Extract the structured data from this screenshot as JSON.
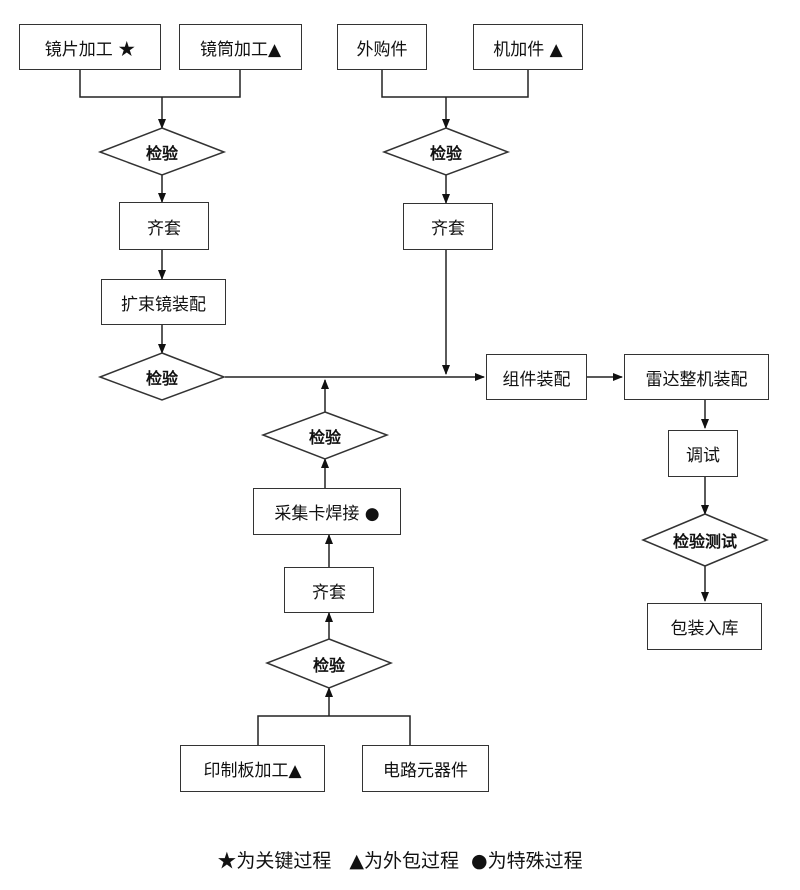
{
  "nodes": {
    "lens_processing": "镜片加工 ★",
    "barrel_processing": "镜筒加工▲",
    "purchased_parts": "外购件",
    "machined_parts": "机加件 ▲",
    "inspect_a": "检验",
    "inspect_b": "检验",
    "kit_a": "齐套",
    "kit_b": "齐套",
    "beam_expander_assembly": "扩束镜装配",
    "inspect_c": "检验",
    "component_assembly": "组件装配",
    "radar_assembly": "雷达整机装配",
    "debugging": "调试",
    "inspect_test": "检验测试",
    "packing_storage": "包装入库",
    "inspect_d": "检验",
    "card_welding": "采集卡焊接 ●",
    "kit_c": "齐套",
    "inspect_e": "检验",
    "pcb_processing": "印制板加工▲",
    "electronic_components": "电路元器件"
  },
  "legend": {
    "key_process": "★为关键过程",
    "outsourced_process": "▲为外包过程",
    "special_process": "●为特殊过程"
  }
}
